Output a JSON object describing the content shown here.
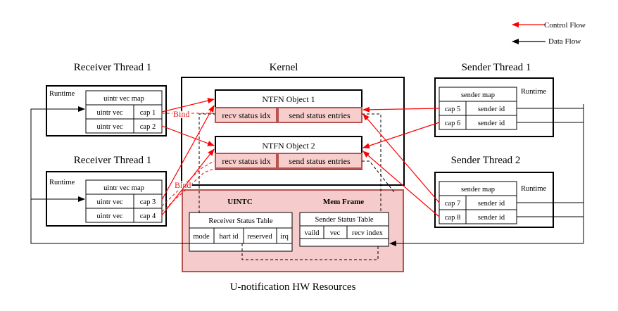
{
  "legend": {
    "control_flow": "Control Flow",
    "data_flow": "Data Flow"
  },
  "colors": {
    "control_flow": "#ff0000",
    "data_flow": "#000000",
    "hw_fill": "#f6cbcb",
    "hw_border": "#b85450",
    "ntfn_cell_fill": "#f8cecc"
  },
  "receivers": [
    {
      "title": "Receiver Thread 1",
      "runtime": "Runtime",
      "map_title": "uintr vec map",
      "rows": [
        {
          "vec": "uintr vec",
          "cap": "cap 1"
        },
        {
          "vec": "uintr vec",
          "cap": "cap 2"
        }
      ]
    },
    {
      "title": "Receiver Thread 1",
      "runtime": "Runtime",
      "map_title": "uintr vec map",
      "rows": [
        {
          "vec": "uintr vec",
          "cap": "cap 3"
        },
        {
          "vec": "uintr vec",
          "cap": "cap 4"
        }
      ]
    }
  ],
  "kernel": {
    "title": "Kernel",
    "ntfn_objects": [
      {
        "title": "NTFN Object 1",
        "recv": "recv status idx",
        "send": "send status entries"
      },
      {
        "title": "NTFN Object 2",
        "recv": "recv status idx",
        "send": "send status entries"
      }
    ]
  },
  "bind_labels": [
    "Bind",
    "Bind"
  ],
  "senders": [
    {
      "title": "Sender Thread 1",
      "runtime": "Runtime",
      "map_title": "sender map",
      "rows": [
        {
          "cap": "cap 5",
          "id": "sender id"
        },
        {
          "cap": "cap 6",
          "id": "sender id"
        }
      ]
    },
    {
      "title": "Sender Thread 2",
      "runtime": "Runtime",
      "map_title": "sender map",
      "rows": [
        {
          "cap": "cap 7",
          "id": "sender id"
        },
        {
          "cap": "cap 8",
          "id": "sender id"
        }
      ]
    }
  ],
  "hw": {
    "caption": "U-notification HW Resources",
    "uintc": "UINTC",
    "mem_frame": "Mem Frame",
    "receiver_table": {
      "title": "Receiver Status Table",
      "cols": [
        "mode",
        "hart id",
        "reserved",
        "irq"
      ]
    },
    "sender_table": {
      "title": "Sender Status Table",
      "cols": [
        "vaild",
        "vec",
        "recv index"
      ]
    }
  }
}
